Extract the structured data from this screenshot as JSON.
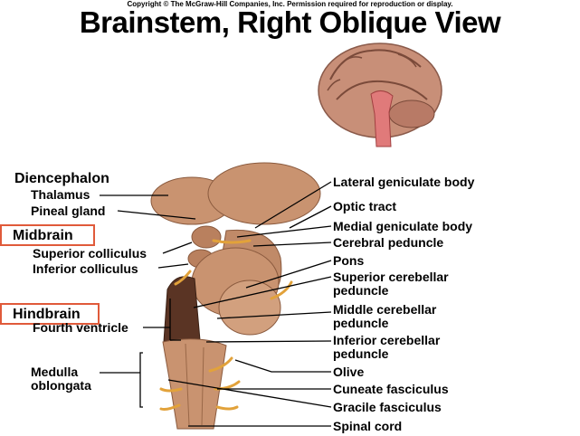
{
  "copyright": "Copyright © The McGraw-Hill Companies, Inc. Permission required for reproduction or display.",
  "title": "Brainstem, Right Oblique View",
  "left_labels": {
    "diencephalon": "Diencephalon",
    "thalamus": "Thalamus",
    "pineal_gland": "Pineal gland",
    "midbrain": "Midbrain",
    "superior_colliculus": "Superior colliculus",
    "inferior_colliculus": "Inferior colliculus",
    "hindbrain": "Hindbrain",
    "fourth_ventricle": "Fourth ventricle",
    "medulla_line1": "Medulla",
    "medulla_line2": "oblongata"
  },
  "right_labels": {
    "lateral_geniculate_body": "Lateral geniculate body",
    "optic_tract": "Optic tract",
    "medial_geniculate_body": "Medial geniculate body",
    "cerebral_peduncle": "Cerebral peduncle",
    "pons": "Pons",
    "superior_cerebellar_1": "Superior cerebellar",
    "superior_cerebellar_2": "peduncle",
    "middle_cerebellar_1": "Middle cerebellar",
    "middle_cerebellar_2": "peduncle",
    "inferior_cerebellar_1": "Inferior cerebellar",
    "inferior_cerebellar_2": "peduncle",
    "olive": "Olive",
    "cuneate_fasciculus": "Cuneate fasciculus",
    "gracile_fasciculus": "Gracile fasciculus",
    "spinal_cord": "Spinal cord"
  },
  "colors": {
    "highlight_box": "#e05a3a",
    "tissue": "#c99370",
    "tissue_dark": "#8a5a3e",
    "nerve": "#e2a23a",
    "brainstem_highlight": "#e07a7a"
  }
}
